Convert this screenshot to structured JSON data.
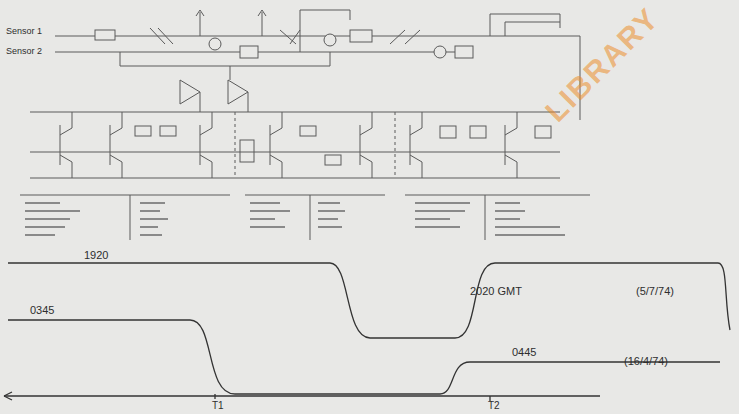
{
  "diagram": {
    "labels": [
      "Sensor 1",
      "Sensor 2",
      "1920",
      "2020 GMT",
      "(5/7/74)",
      "0345",
      "0445",
      "(16/4/74)",
      "T1",
      "T2",
      "LIBRARY"
    ]
  }
}
